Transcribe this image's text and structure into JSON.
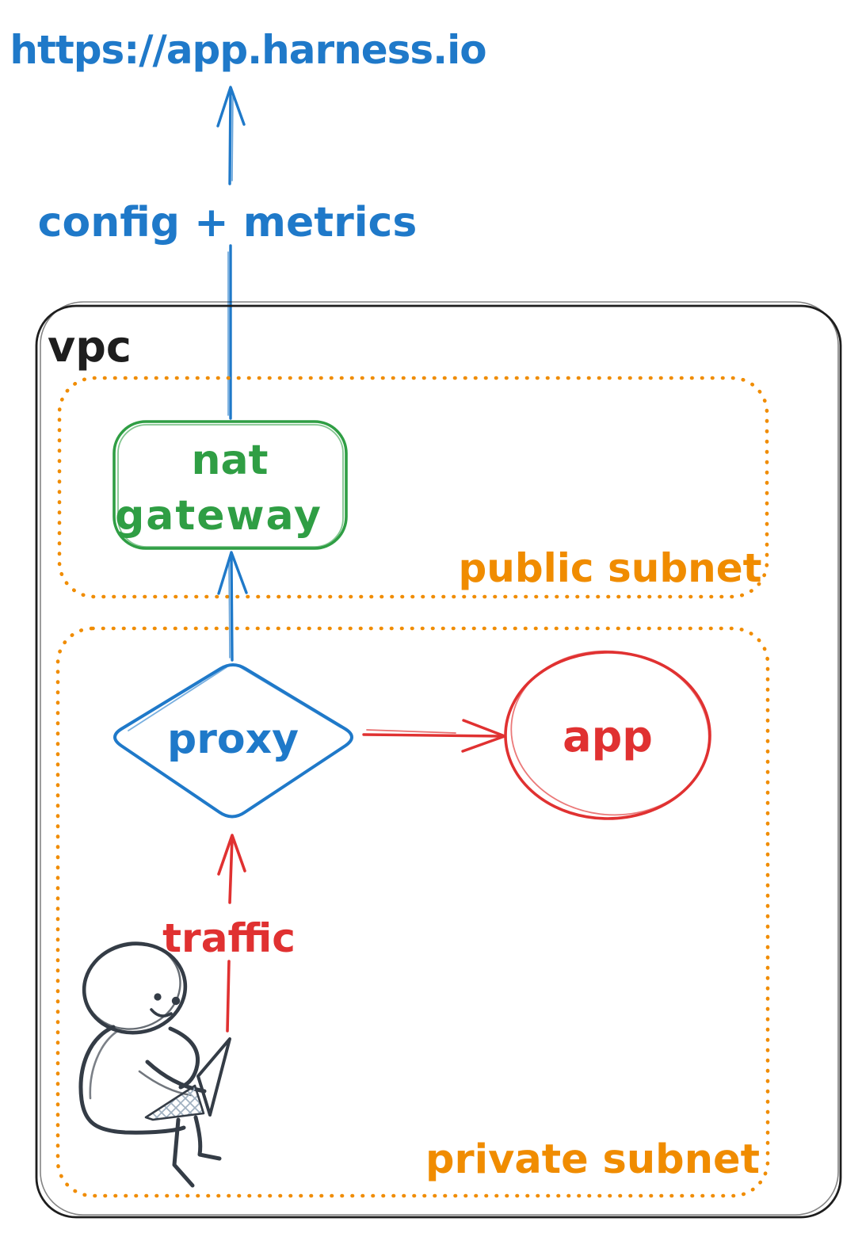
{
  "diagram": {
    "style": "hand-drawn architecture sketch",
    "url_endpoint": {
      "label": "https://app.harness.io"
    },
    "vpc": {
      "label": "vpc",
      "public_subnet": {
        "label": "public subnet",
        "nat_gateway": {
          "label_line1": "nat",
          "label_line2": "gateway",
          "shape": "rounded-rectangle"
        }
      },
      "private_subnet": {
        "label": "private subnet",
        "proxy": {
          "label": "proxy",
          "shape": "diamond"
        },
        "app": {
          "label": "app",
          "shape": "ellipse"
        }
      }
    },
    "arrows": {
      "config_metrics": {
        "label": "config + metrics",
        "from": "nat gateway",
        "to": "https://app.harness.io",
        "color": "#1f79c9"
      },
      "proxy_to_nat_gateway": {
        "from": "proxy",
        "to": "nat gateway",
        "color": "#1f79c9"
      },
      "proxy_to_app": {
        "from": "proxy",
        "to": "app",
        "color": "#e03131"
      },
      "traffic": {
        "label": "traffic",
        "from": "person with laptop",
        "to": "proxy",
        "color": "#e03131"
      }
    },
    "person": {
      "description": "doodle of a person sitting with a laptop"
    },
    "colors": {
      "blue": "#1f79c9",
      "green": "#2f9e44",
      "orange": "#f08c00",
      "red": "#e03131",
      "ink": "#1e1e1e",
      "person_ink": "#343c46"
    }
  }
}
